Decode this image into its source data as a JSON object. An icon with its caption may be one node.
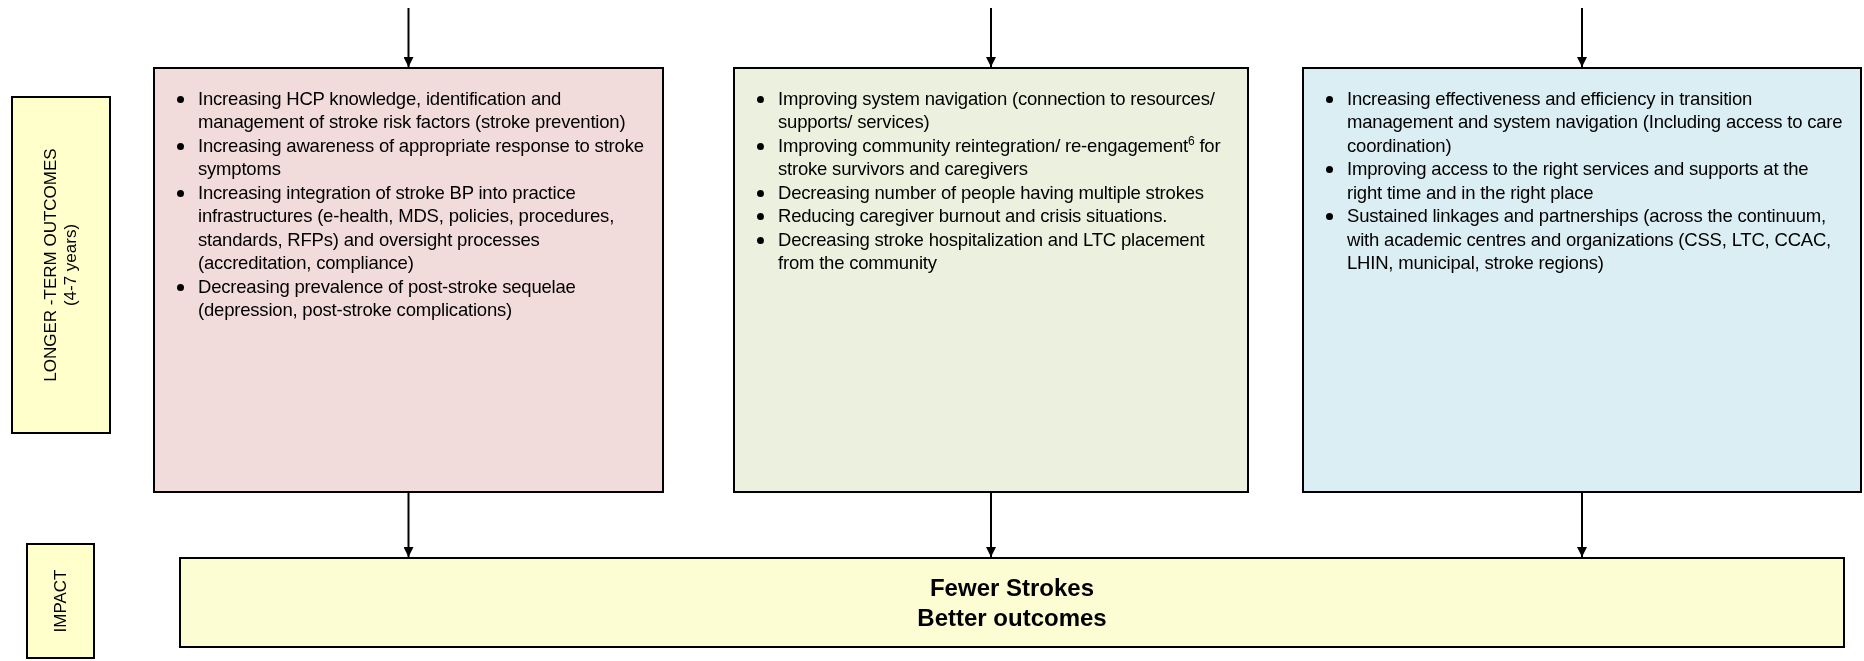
{
  "diagram": {
    "nodes": [
      {
        "text": [
          "LONGER -TERM OUTCOMES",
          "(4-7 years)"
        ]
      },
      {
        "text": [
          "Increasing HCP knowledge, identification and management of stroke risk factors (stroke prevention)",
          "Increasing awareness of appropriate response to stroke symptoms",
          "Increasing integration of stroke BP into practice infrastructures (e-health, MDS, policies, procedures, standards, RFPs) and oversight processes (accreditation, compliance)",
          "Decreasing prevalence of post-stroke sequelae (depression, post-stroke complications)"
        ]
      },
      {
        "text": [
          "Improving system navigation (connection to resources/ supports/ services)",
          "Improving community reintegration/ re-engagement$^{6}$ for stroke survivors and caregivers",
          "Decreasing number of people having multiple strokes",
          "Reducing caregiver burnout and crisis situations.",
          "Decreasing stroke hospitalization and LTC placement from the community"
        ]
      },
      {
        "text": [
          "Increasing effectiveness and efficiency in transition management and system navigation (Including access to care coordination)",
          "Improving access to the right services and supports at the right time and in the right place",
          "Sustained linkages and partnerships (across the continuum, with academic centres and organizations (CSS, LTC, CCAC, LHIN, municipal, stroke regions)"
        ]
      },
      {
        "text": [
          "IMPACT"
        ]
      },
      {
        "text": [
          "Fewer Strokes",
          "Better outcomes"
        ]
      }
    ],
    "edges": [
      {
        "from": null,
        "to": 1,
        "arrow": "to"
      },
      {
        "from": null,
        "to": 2,
        "arrow": "to"
      },
      {
        "from": null,
        "to": 3,
        "arrow": "to"
      },
      {
        "from": 1,
        "to": 5,
        "arrow": "to"
      },
      {
        "from": 2,
        "to": 5,
        "arrow": "to"
      },
      {
        "from": 3,
        "to": 5,
        "arrow": "to"
      }
    ]
  }
}
